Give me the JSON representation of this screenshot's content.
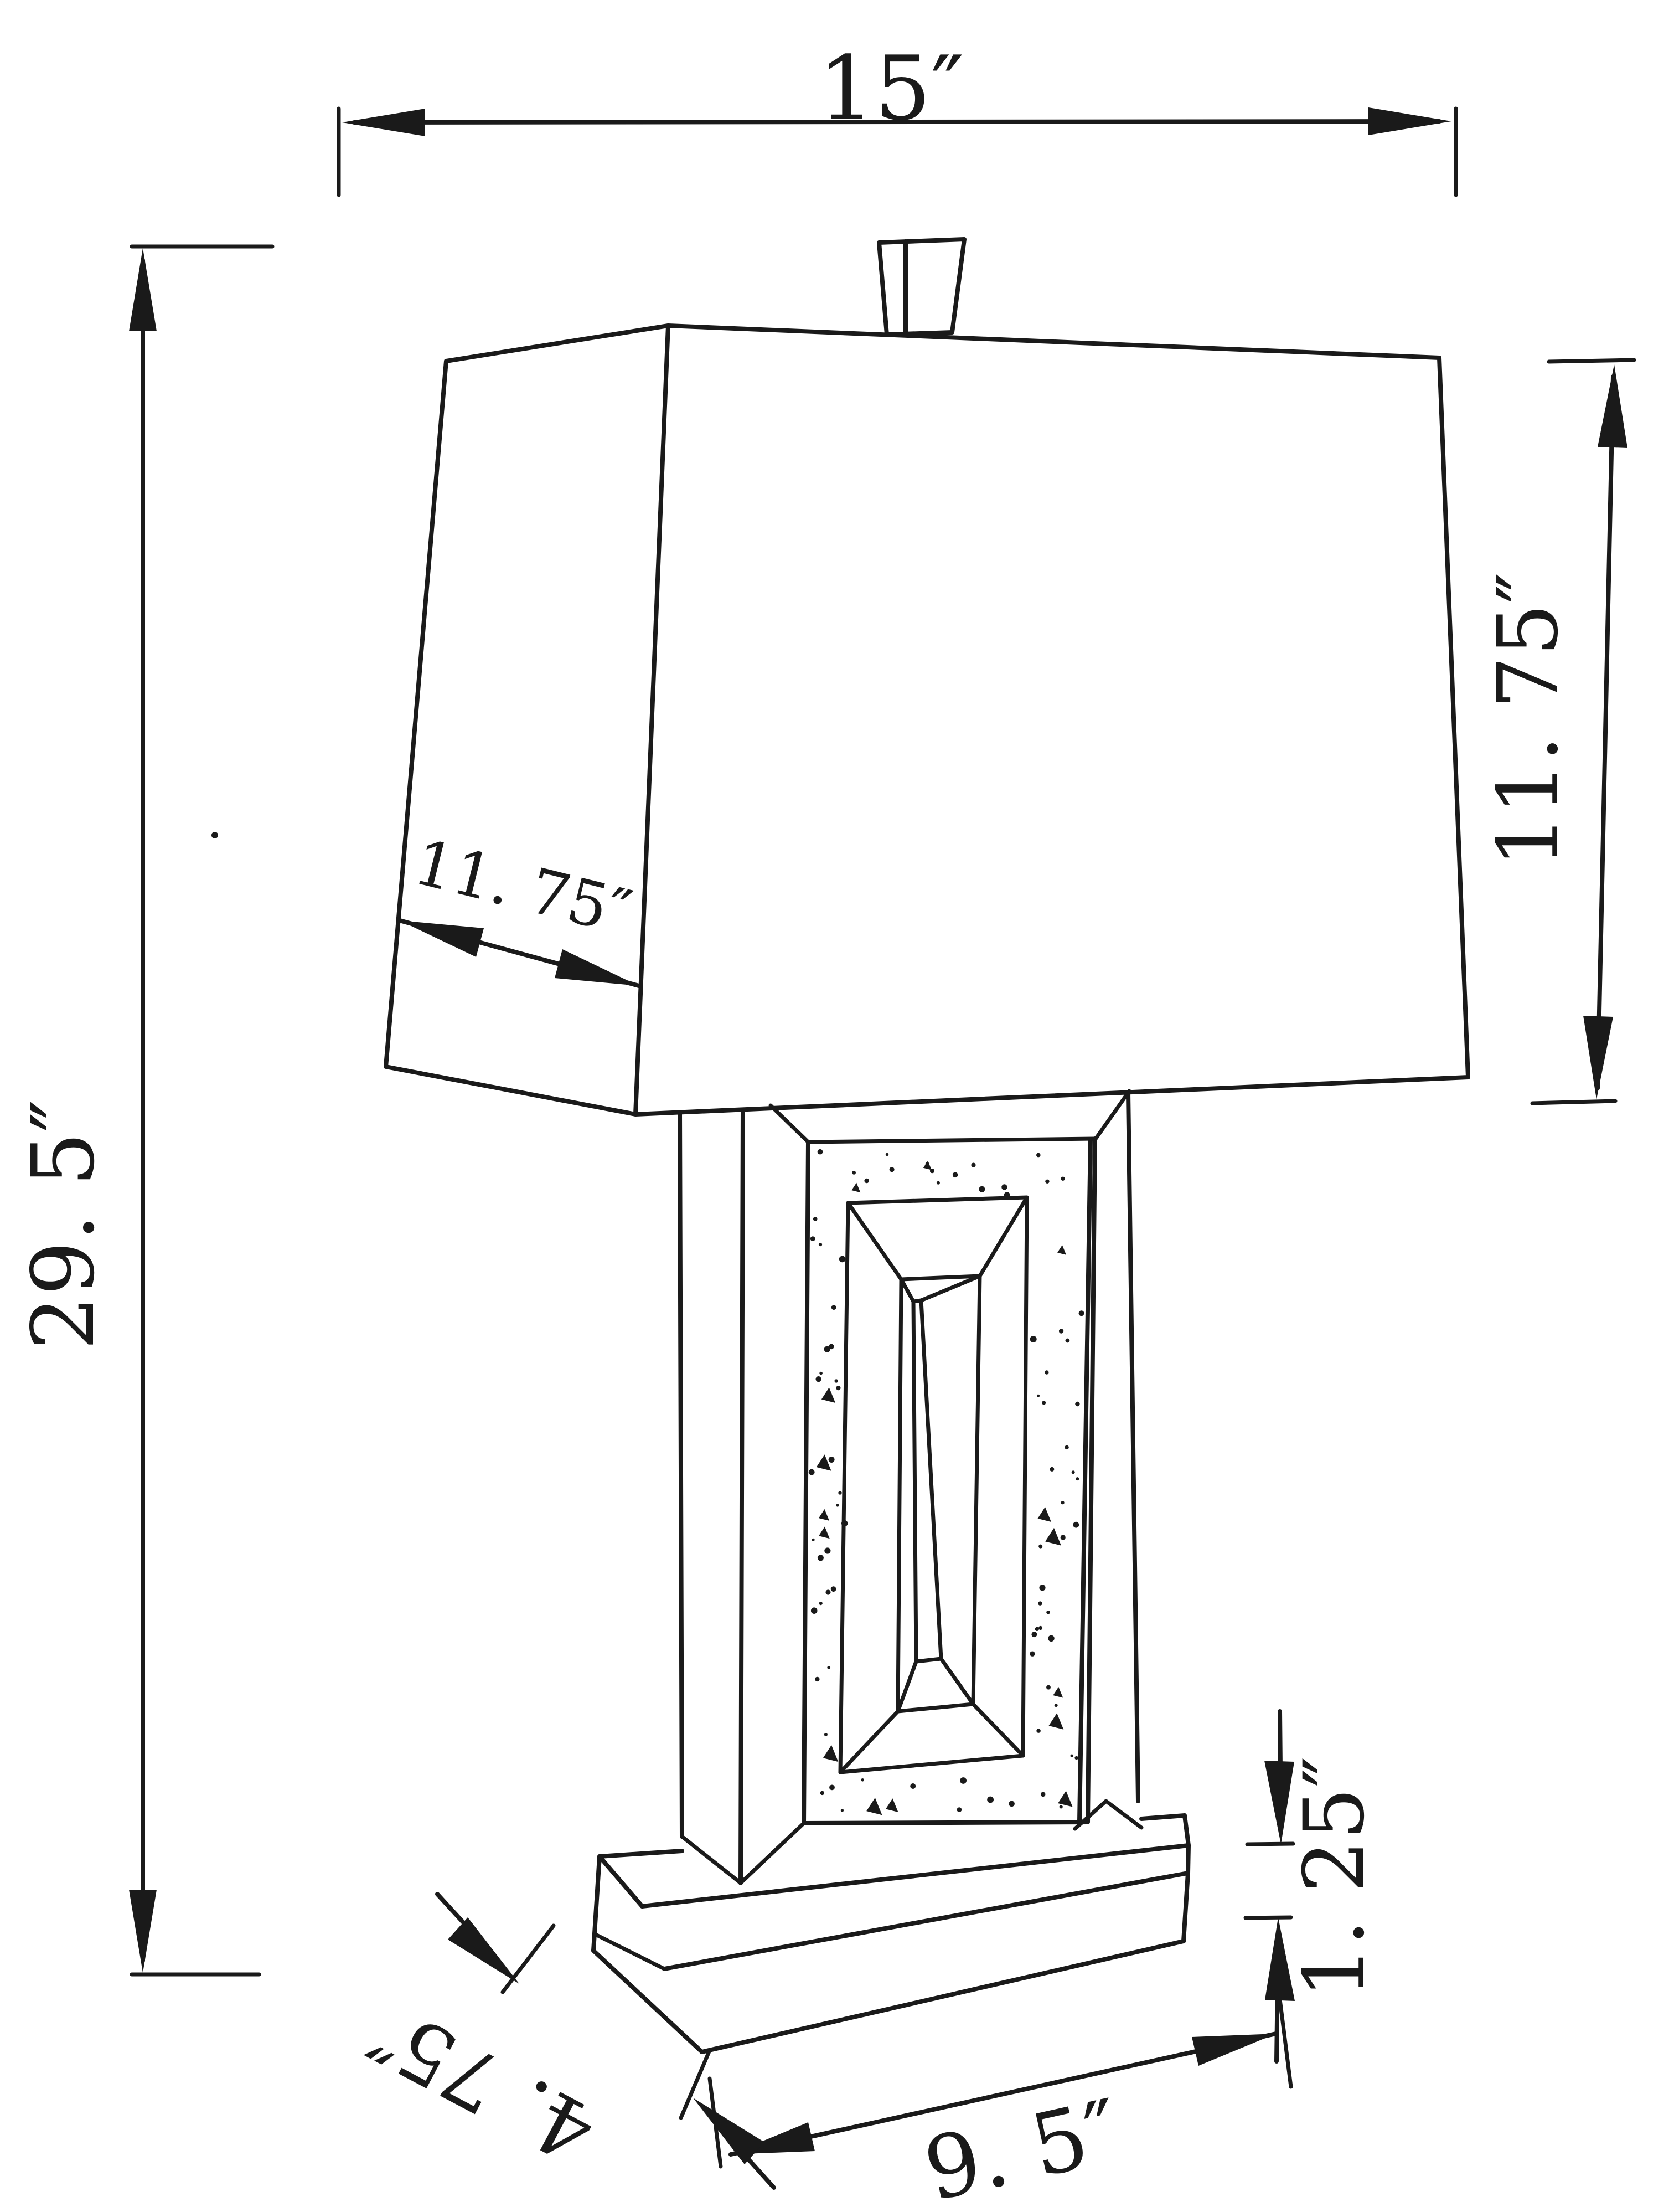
{
  "drawing": {
    "type": "technical-dimension-diagram",
    "subject": "table lamp with rectangular shade, mirrored column and stepped base",
    "unit": "inches",
    "colors": {
      "line": "#1a1a1a",
      "background": "#ffffff"
    },
    "dimensions": {
      "overall_width_label": "15″",
      "overall_height_label": "29. 5″",
      "shade_depth_label": "11. 75″",
      "shade_height_label": "11. 75″",
      "base_step_height_label": "1. 25″",
      "base_width_label": "9. 5″",
      "base_depth_label": "4. 75″"
    }
  }
}
